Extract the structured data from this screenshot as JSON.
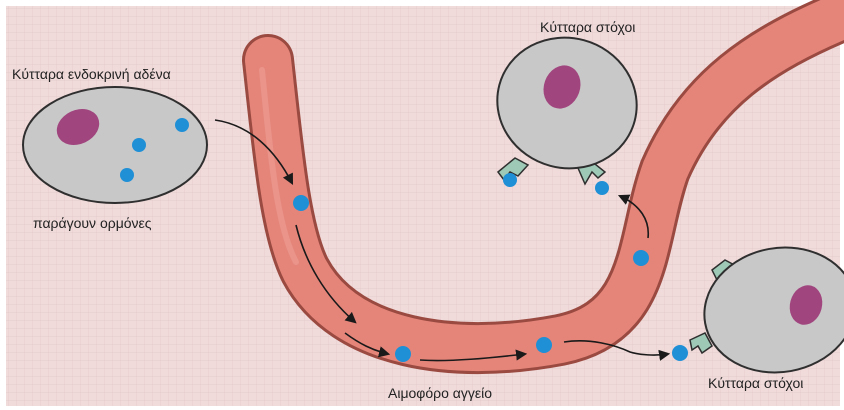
{
  "labels": {
    "gland_cells": "Κύτταρα ενδοκρινή αδένα",
    "produce_hormones": "παράγουν ορμόνες",
    "target_cells_top": "Κύτταρα στόχοι",
    "target_cells_right": "Κύτταρα στόχοι",
    "blood_vessel": "Αιμοφόρο αγγείο"
  },
  "colors": {
    "background": "#f0dada",
    "grid": "#e2c8c8",
    "vessel_fill": "#e5857a",
    "vessel_stroke": "#9a4a40",
    "vessel_highlight": "#ec9f94",
    "cell_fill": "#c8c8c8",
    "cell_stroke": "#2f2f2f",
    "nucleus": "#a0457e",
    "hormone": "#1f8fd6",
    "receptor": "#9ec9b7",
    "arrow": "#1a1a1a"
  },
  "icons": {
    "hormone": "blue-dot",
    "receptor": "receptor-cup",
    "nucleus": "purple-oval"
  }
}
